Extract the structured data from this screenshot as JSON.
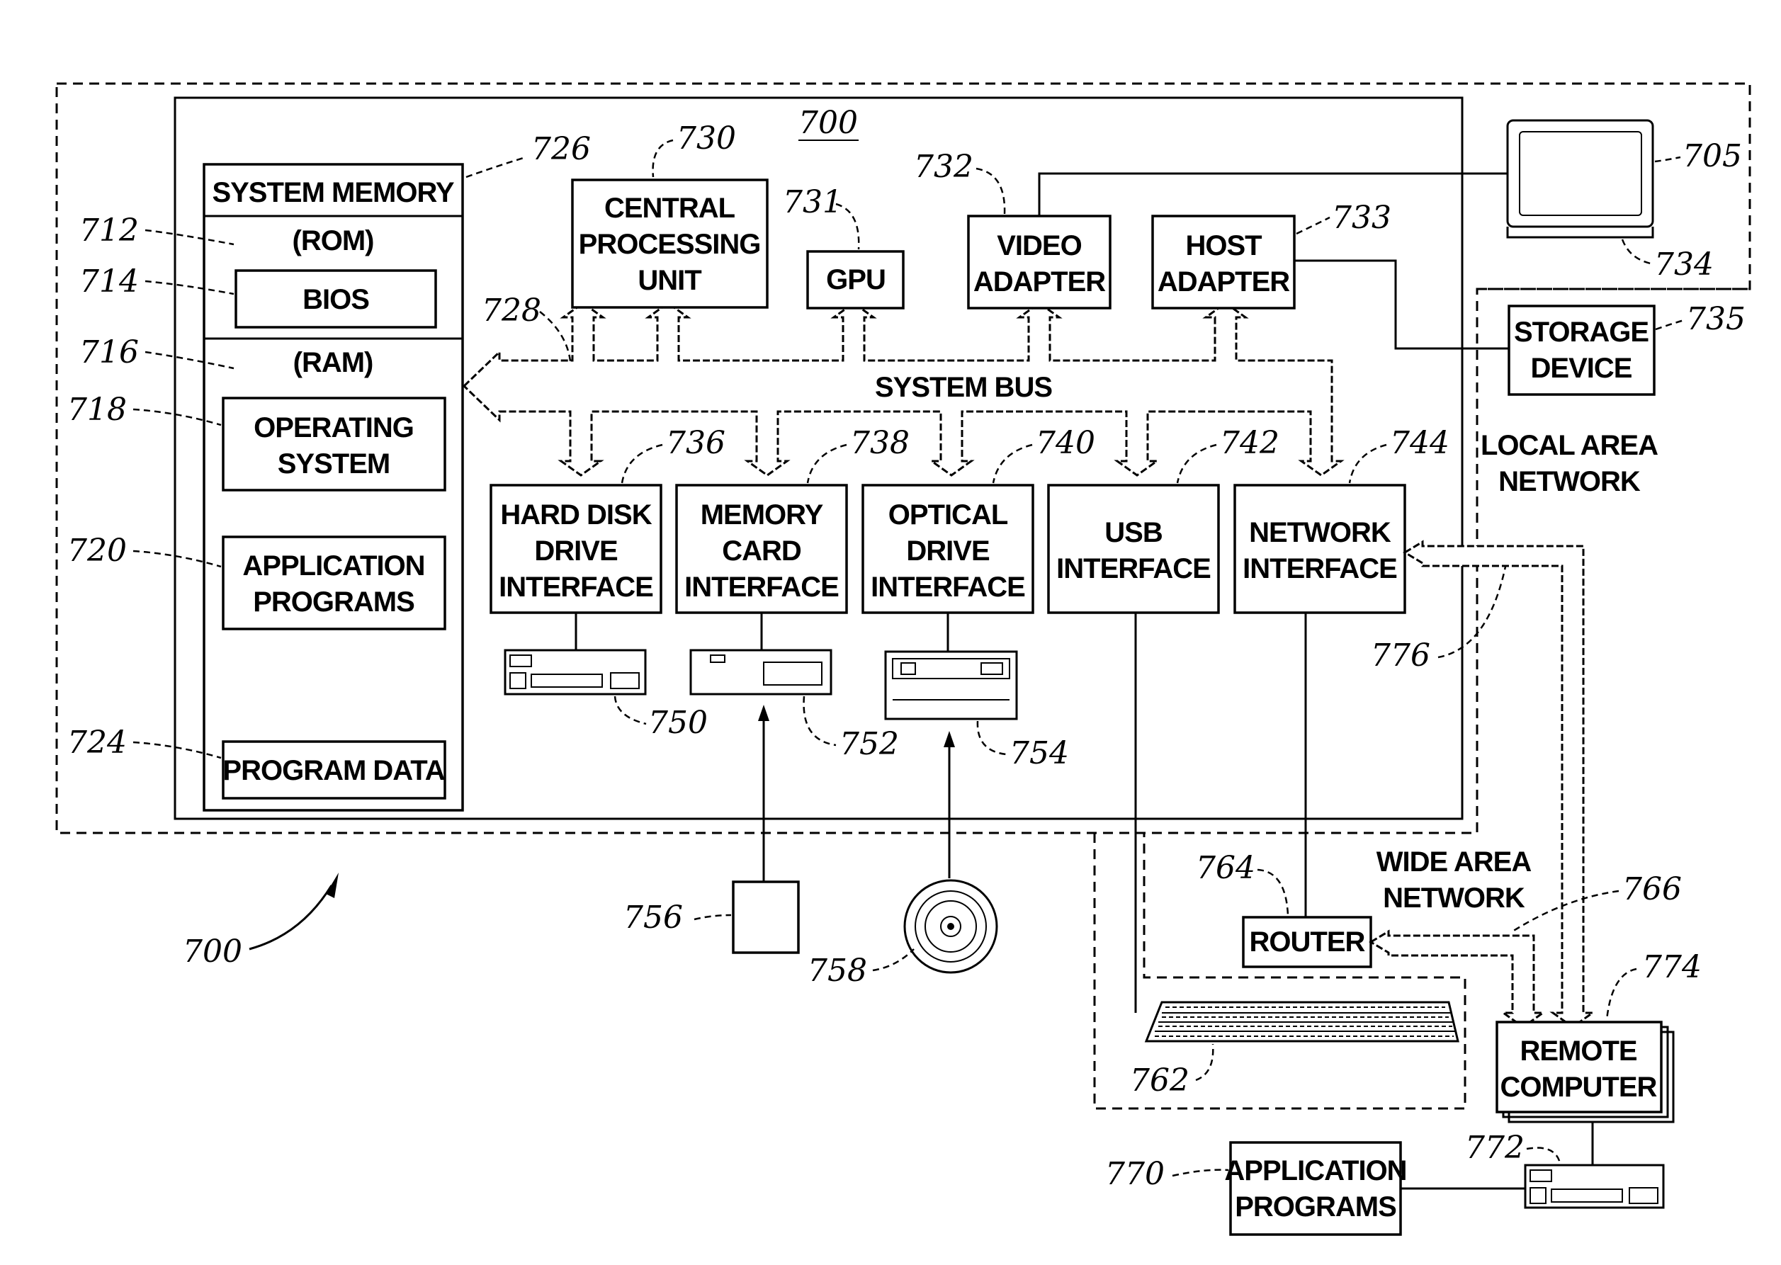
{
  "diagram_title_ref": "700",
  "figure_ref": "700",
  "system_memory": {
    "title": "SYSTEM MEMORY",
    "ref": "726",
    "rom_label": "(ROM)",
    "rom_ref": "712",
    "bios_label": "BIOS",
    "bios_ref": "714",
    "ram_label": "(RAM)",
    "ram_ref": "716",
    "os_line1": "OPERATING",
    "os_line2": "SYSTEM",
    "os_ref": "718",
    "apps_line1": "APPLICATION",
    "apps_line2": "PROGRAMS",
    "apps_ref": "720",
    "data_label": "PROGRAM DATA",
    "data_ref": "724"
  },
  "bus": {
    "label": "SYSTEM BUS",
    "ref": "728"
  },
  "cpu": {
    "line1": "CENTRAL",
    "line2": "PROCESSING",
    "line3": "UNIT",
    "ref": "730"
  },
  "gpu": {
    "label": "GPU",
    "ref": "731"
  },
  "video_adapter": {
    "line1": "VIDEO",
    "line2": "ADAPTER",
    "ref": "732"
  },
  "host_adapter": {
    "line1": "HOST",
    "line2": "ADAPTER",
    "ref": "733"
  },
  "monitor": {
    "ref": "705",
    "stand_ref": "734"
  },
  "storage_device": {
    "line1": "STORAGE",
    "line2": "DEVICE",
    "ref": "735"
  },
  "hdd_interface": {
    "line1": "HARD DISK",
    "line2": "DRIVE",
    "line3": "INTERFACE",
    "ref": "736",
    "device_ref": "750"
  },
  "memory_card_interface": {
    "line1": "MEMORY",
    "line2": "CARD",
    "line3": "INTERFACE",
    "ref": "738",
    "device_ref": "752",
    "media_ref": "756"
  },
  "optical_interface": {
    "line1": "OPTICAL",
    "line2": "DRIVE",
    "line3": "INTERFACE",
    "ref": "740",
    "device_ref": "754",
    "media_ref": "758"
  },
  "usb_interface": {
    "line1": "USB",
    "line2": "INTERFACE",
    "ref": "742",
    "keyboard_ref": "762"
  },
  "network_interface": {
    "line1": "NETWORK",
    "line2": "INTERFACE",
    "ref": "744"
  },
  "lan": {
    "line1": "LOCAL AREA",
    "line2": "NETWORK",
    "ref": "776"
  },
  "wan": {
    "line1": "WIDE AREA",
    "line2": "NETWORK",
    "ref": "766"
  },
  "router": {
    "label": "ROUTER",
    "ref": "764"
  },
  "remote_computer": {
    "line1": "REMOTE",
    "line2": "COMPUTER",
    "ref": "774",
    "drive_ref": "772"
  },
  "remote_apps": {
    "line1": "APPLICATION",
    "line2": "PROGRAMS",
    "ref": "770"
  }
}
